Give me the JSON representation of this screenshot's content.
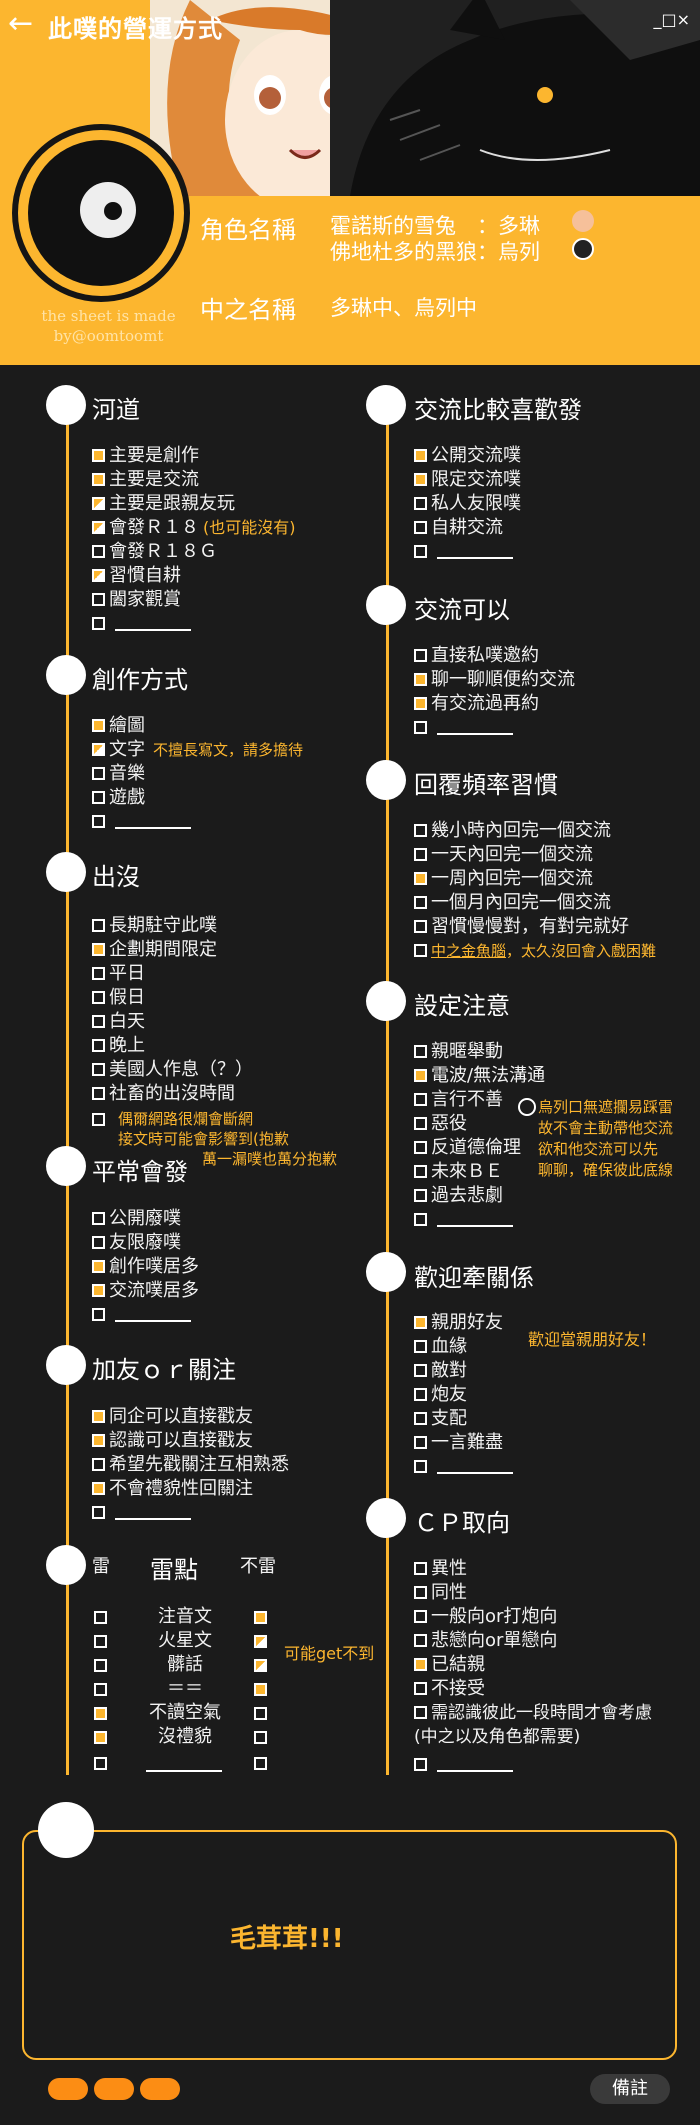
{
  "app": {
    "title": "此噗的營運方式",
    "back_icon": "back-arrow-icon",
    "window_controls": "_□×"
  },
  "header": {
    "credit": "the sheet is made by@oomtoomt",
    "role_label": "角色名稱",
    "role_lines": [
      "霍諾斯的雪兔　：多琳",
      "佛地杜多的黑狼：烏列"
    ],
    "pl_label": "中之名稱",
    "pl_value": "多琳中、烏列中",
    "accent": "#fcb62f"
  },
  "sections": {
    "river": {
      "title": "河道",
      "items": [
        "主要是創作",
        "主要是交流",
        "主要是跟親友玩",
        "會發Ｒ１８",
        "會發Ｒ１８Ｇ",
        "習慣自耕",
        "闔家觀賞"
      ],
      "r18_note": "(也可能沒有)"
    },
    "create": {
      "title": "創作方式",
      "items": [
        "繪圖",
        "文字",
        "音樂",
        "遊戲"
      ],
      "text_note": "不擅長寫文，請多擔待"
    },
    "presence": {
      "title": "出沒",
      "items": [
        "長期駐守此噗",
        "企劃期間限定",
        "平日",
        "假日",
        "白天",
        "晚上",
        "美國人作息（？）",
        "社畜的出沒時間"
      ],
      "note_lines": [
        "偶爾網路很爛會斷網",
        "接文時可能會影響到(抱歉",
        "萬一漏噗也萬分抱歉"
      ]
    },
    "usual": {
      "title": "平常會發",
      "items": [
        "公開廢噗",
        "友限廢噗",
        "創作噗居多",
        "交流噗居多"
      ]
    },
    "friend": {
      "title": "加友ｏｒ關注",
      "items": [
        "同企可以直接戳友",
        "認識可以直接戳友",
        "希望先戳關注互相熟悉",
        "不會禮貌性回關注"
      ]
    },
    "mine": {
      "title": "雷點",
      "left_label": "雷",
      "right_label": "不雷",
      "rows": [
        "注音文",
        "火星文",
        "髒話",
        "＝＝",
        "不讀空氣",
        "沒禮貌"
      ],
      "note": "可能get不到"
    },
    "prefer": {
      "title": "交流比較喜歡發",
      "items": [
        "公開交流噗",
        "限定交流噗",
        "私人友限噗",
        "自耕交流"
      ]
    },
    "ok": {
      "title": "交流可以",
      "items": [
        "直接私噗邀約",
        "聊一聊順便約交流",
        "有交流過再約"
      ]
    },
    "reply": {
      "title": "回覆頻率習慣",
      "items": [
        "幾小時內回完一個交流",
        "一天內回完一個交流",
        "一周內回完一個交流",
        "一個月內回完一個交流",
        "習慣慢慢對，有對完就好"
      ],
      "last_under": "中之金魚腦",
      "last_rest": "，太久沒回會入戲困難"
    },
    "setting": {
      "title": "設定注意",
      "items": [
        "親暱舉動",
        "電波/無法溝通",
        "言行不善",
        "惡役",
        "反道德倫理",
        "未來ＢＥ",
        "過去悲劇"
      ],
      "note_lines": [
        "烏列口無遮攔易踩雷",
        "故不會主動帶他交流",
        "欲和他交流可以先",
        "聊聊，確保彼此底線"
      ]
    },
    "relation": {
      "title": "歡迎牽關係",
      "items": [
        "親朋好友",
        "血緣",
        "敵對",
        "炮友",
        "支配",
        "一言難盡"
      ],
      "note": "歡迎當親朋好友！"
    },
    "cp": {
      "title": "ＣＰ取向",
      "items": [
        "異性",
        "同性",
        "一般向or打炮向",
        "悲戀向or單戀向",
        "已結親",
        "不接受",
        "需認識彼此一段時間才會考慮",
        "(中之以及角色都需要)"
      ]
    }
  },
  "box": {
    "text": "毛茸茸!!!"
  },
  "footer": {
    "remark": "備註"
  }
}
